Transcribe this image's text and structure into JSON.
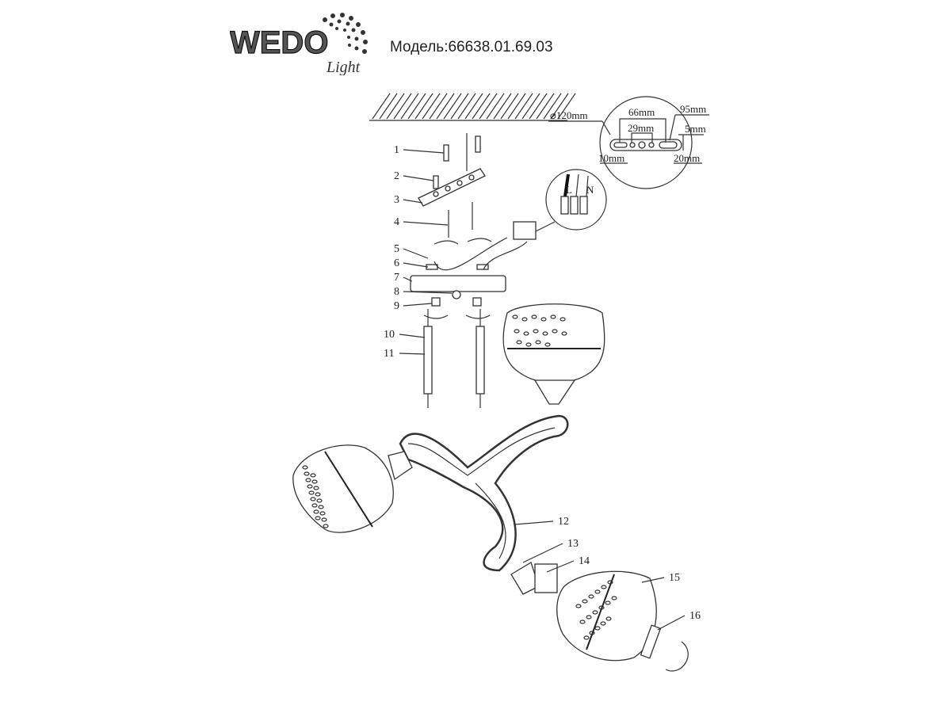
{
  "header": {
    "logo_text": "WEDO",
    "logo_subtext": "Light",
    "model_label": "Модель:66638.01.69.03"
  },
  "dimensions": {
    "diameter": "⌀120mm",
    "d66": "66mm",
    "d29": "29mm",
    "d95": "95mm",
    "d5": "5mm",
    "d10": "10mm",
    "d20": "20mm"
  },
  "wiring": {
    "live": "L",
    "neutral": "N"
  },
  "part_labels": [
    "1",
    "2",
    "3",
    "4",
    "5",
    "6",
    "7",
    "8",
    "9",
    "10",
    "11",
    "12",
    "13",
    "14",
    "15",
    "16"
  ]
}
